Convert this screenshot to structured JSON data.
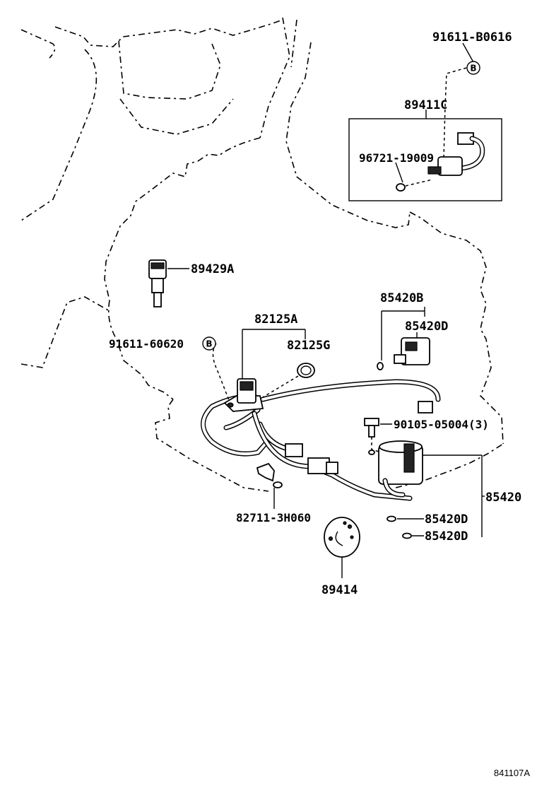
{
  "labels": {
    "p91611_b0616": "91611-B0616",
    "p89411c": "89411C",
    "p96721_19009": "96721-19009",
    "p89429a": "89429A",
    "p82125a": "82125A",
    "p91611_60620": "91611-60620",
    "p82125g": "82125G",
    "p85420b": "85420B",
    "p85420d_top": "85420D",
    "p90105_05004": "90105-05004(3)",
    "p85420": "85420",
    "p85420d_a": "85420D",
    "p85420d_b": "85420D",
    "p82711_3h060": "82711-3H060",
    "p89414": "89414"
  },
  "markers": {
    "b_top": "B",
    "b_left": "B"
  },
  "figure_code": "841107A"
}
